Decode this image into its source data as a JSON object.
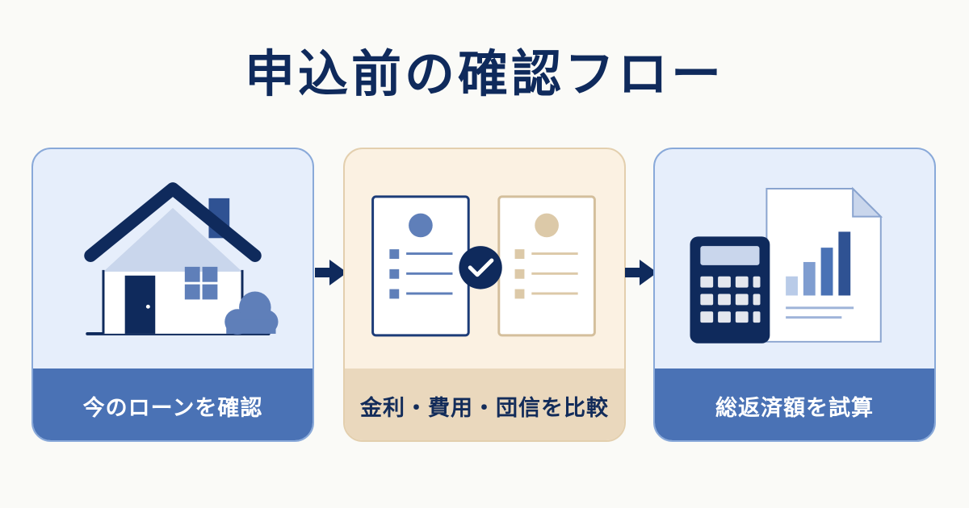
{
  "title": "申込前の確認フロー",
  "steps": [
    {
      "label": "今のローンを確認",
      "icon": "house-icon"
    },
    {
      "label": "金利・費用・団信を比較",
      "icon": "compare-documents-icon"
    },
    {
      "label": "総返済額を試算",
      "icon": "calculator-chart-icon"
    }
  ],
  "colors": {
    "navy": "#0f2a5c",
    "blue": "#4a72b5",
    "light_blue": "#e6eefb",
    "beige": "#ead8bd",
    "light_beige": "#fbf1e2"
  }
}
